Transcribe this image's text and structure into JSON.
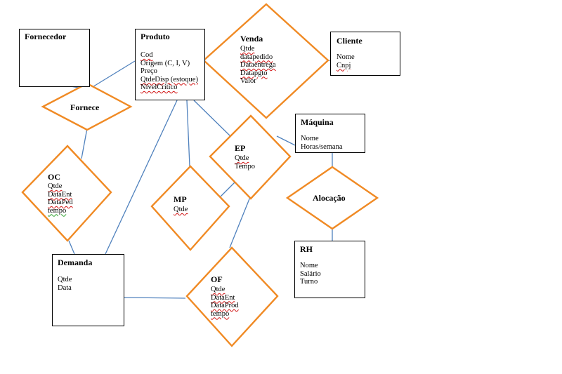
{
  "entities": {
    "fornecedor": {
      "title": "Fornecedor",
      "attributes": []
    },
    "produto": {
      "title": "Produto",
      "attributes": [
        "Cod",
        "Origem (C, I, V)",
        "Preço",
        "QtdeDisp (estoque)",
        "NívelCrítico"
      ]
    },
    "cliente": {
      "title": "Cliente",
      "attributes": [
        "Nome",
        "Cnpj"
      ]
    },
    "maquina": {
      "title": "Máquina",
      "attributes": [
        "Nome",
        "Horas/semana"
      ]
    },
    "demanda": {
      "title": "Demanda",
      "attributes": [
        "Qtde",
        "Data"
      ]
    },
    "rh": {
      "title": "RH",
      "attributes": [
        "Nome",
        "Salário",
        "Turno"
      ]
    }
  },
  "relationships": {
    "fornece": {
      "title": "Fornece",
      "attributes": []
    },
    "venda": {
      "title": "Venda",
      "attributes": [
        "Qtde",
        "datapedido",
        "Dataentrega",
        "Datapgto",
        "Valor"
      ]
    },
    "oc": {
      "title": "OC",
      "attributes": [
        "Qtde",
        "DataEnt",
        "DataPed",
        "tempo"
      ]
    },
    "ep": {
      "title": "EP",
      "attributes": [
        "Qtde",
        "Tempo"
      ]
    },
    "mp": {
      "title": "MP",
      "attributes": [
        "Qtde"
      ]
    },
    "alocacao": {
      "title": "Alocação",
      "attributes": []
    },
    "of": {
      "title": "OF",
      "attributes": [
        "Qtde",
        "DataEnt",
        "DataProd",
        "tempo"
      ]
    }
  },
  "colors": {
    "relationship_border": "#f08a24",
    "connector": "#4f81bd",
    "entity_border": "#000000"
  }
}
